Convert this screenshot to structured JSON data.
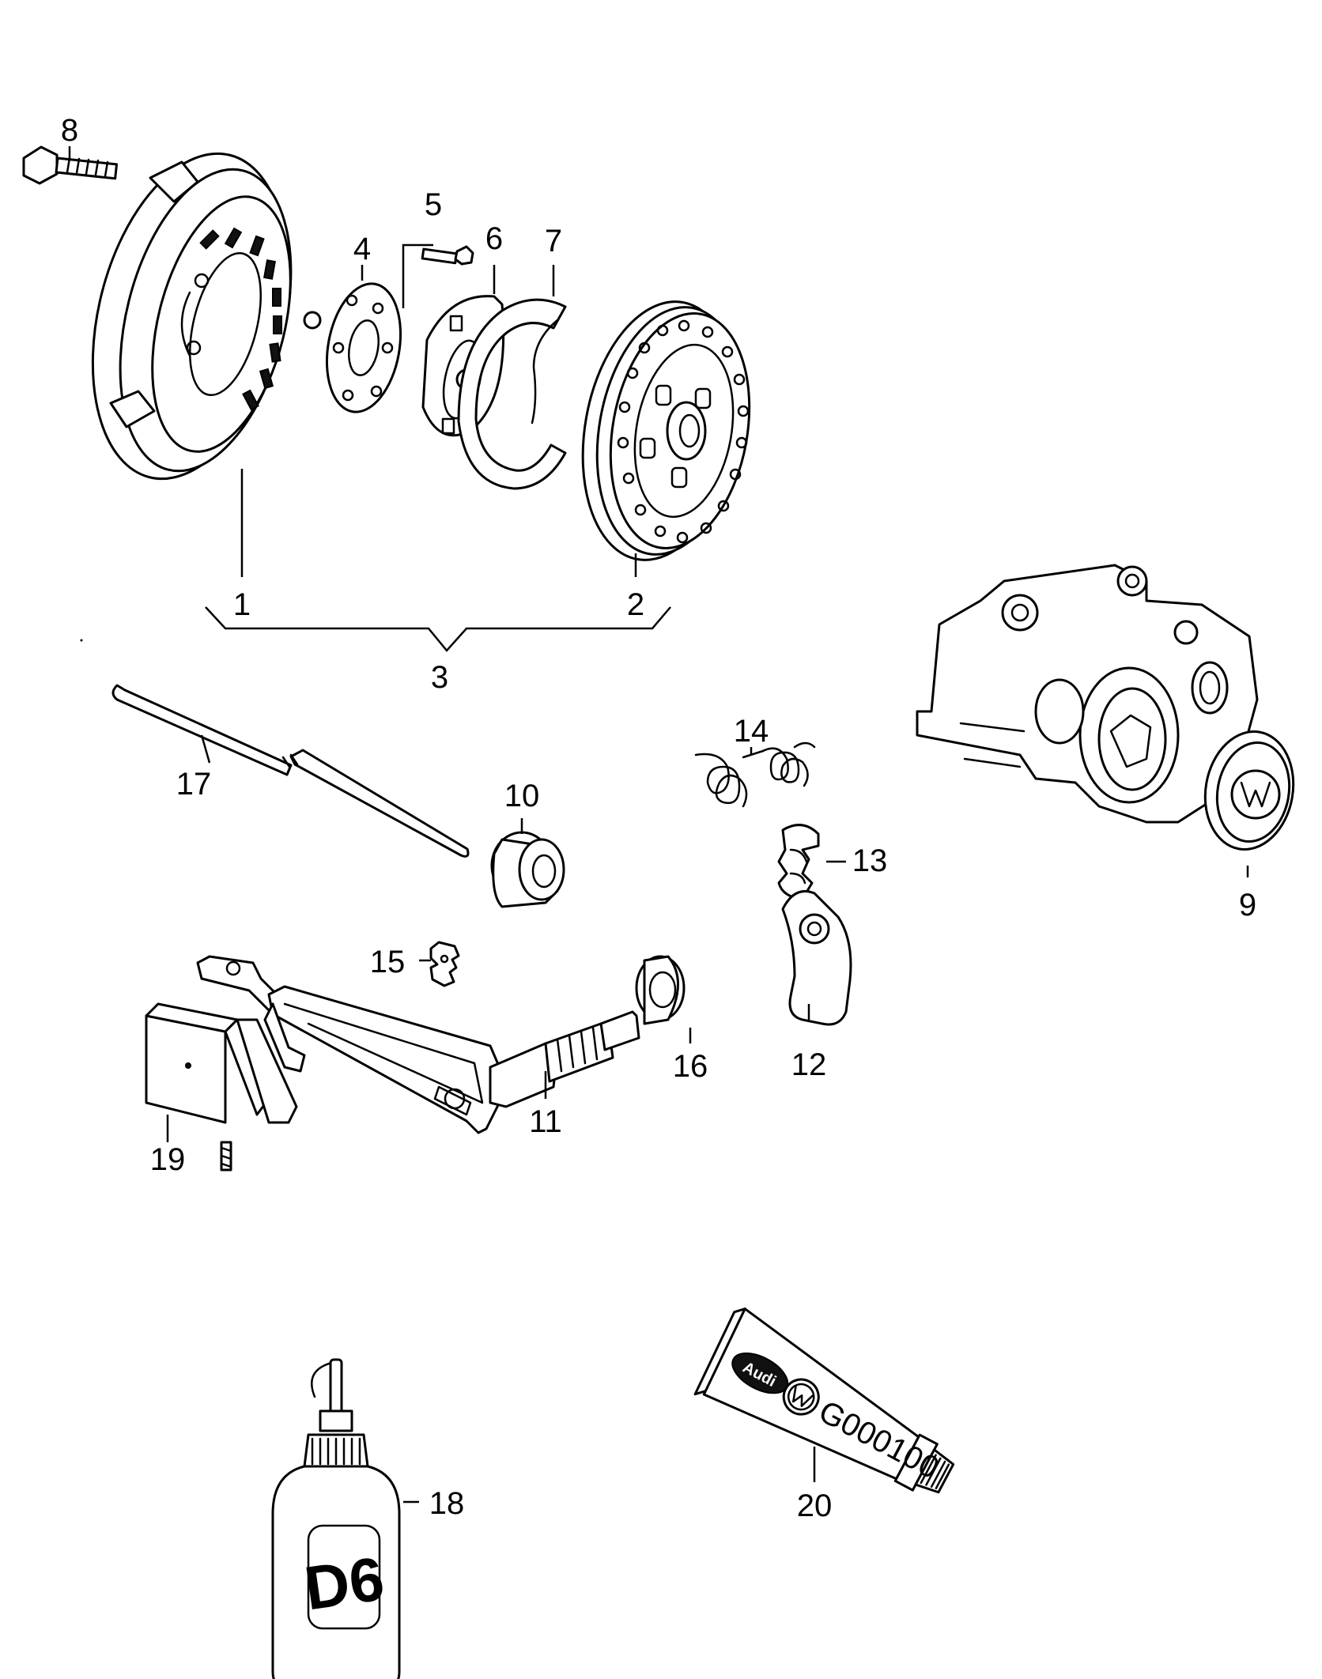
{
  "diagram": {
    "type": "exploded-parts-diagram",
    "callouts": [
      "1",
      "2",
      "3",
      "4",
      "5",
      "6",
      "7",
      "8",
      "9",
      "10",
      "11",
      "12",
      "13",
      "14",
      "15",
      "16",
      "17",
      "18",
      "19",
      "20"
    ],
    "printed_text": {
      "tube_code": "G000100",
      "bottle_label": "D6",
      "tube_brand": "Audi"
    }
  },
  "icons": {
    "pressure_plate": "clutch-pressure-plate-icon",
    "clutch_disc": "clutch-disc-icon",
    "bolt": "bolt-icon",
    "plate": "plate-icon",
    "release_plate": "release-plate-icon",
    "ring": "ring-icon",
    "push_rod": "push-rod-icon",
    "bearing": "release-bearing-icon",
    "shaft": "release-shaft-icon",
    "lever": "lever-icon",
    "clip": "clip-icon",
    "spring": "spring-icon",
    "seal": "seal-icon",
    "pad": "pad-icon",
    "housing": "transmission-housing-icon",
    "cap": "cap-icon",
    "bottle": "oil-bottle-icon",
    "tube": "grease-tube-icon"
  }
}
